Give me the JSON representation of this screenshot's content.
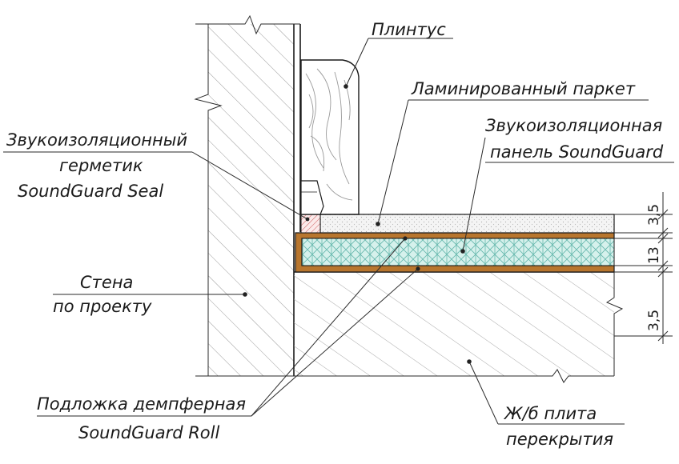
{
  "labels": {
    "plinth": "Плинтус",
    "laminate": "Ламинированный паркет",
    "seal_line1": "Звукоизоляционный",
    "seal_line2": "герметик",
    "seal_line3": "SoundGuard Seal",
    "panel_line1": "Звукоизоляционная",
    "panel_line2": "панель SoundGuard",
    "wall_line1": "Стена",
    "wall_line2": "по проекту",
    "underlay_line1": "Подложка демпферная",
    "underlay_line2": "SoundGuard Roll",
    "slab_line1": "Ж/б плита",
    "slab_line2": "перекрытия"
  },
  "dimensions": {
    "laminate": "3,5",
    "panel": "13",
    "slab": "3,5"
  },
  "colors": {
    "line": "#1a1a1a",
    "hatch": "#9a9a9a",
    "laminate_fill": "#f4f4f4",
    "damper_brown": "#b8762e",
    "panel_fill": "#d6f1ec",
    "panel_hatch": "#66b8ad",
    "seal_red": "#d06060"
  }
}
